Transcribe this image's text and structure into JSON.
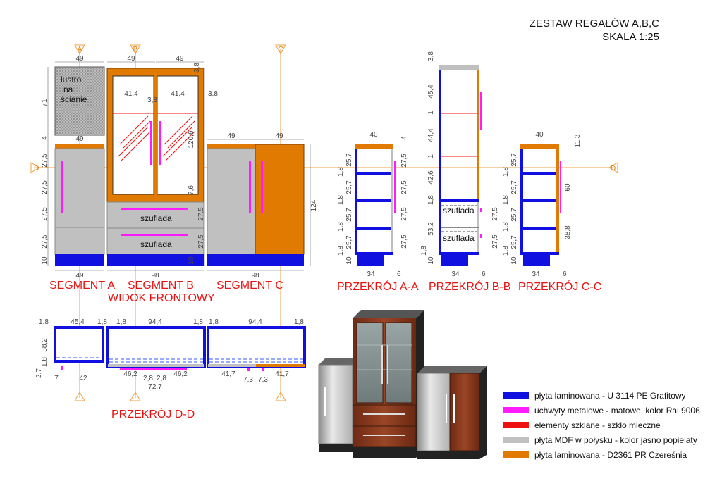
{
  "title": {
    "line1": "ZESTAW REGAŁÓW A,B,C",
    "line2": "SKALA 1:25"
  },
  "section_markers": {
    "a": "A",
    "b": "B",
    "c": "C",
    "d": "D"
  },
  "labels": {
    "mirror_l1": "lustro",
    "mirror_l2": "na",
    "mirror_l3": "ścianie",
    "drawer": "szuflada"
  },
  "captions": {
    "seg_a": "SEGMENT A",
    "seg_b": "SEGMENT B",
    "seg_c": "SEGMENT C",
    "front_view": "WIDOK FRONTOWY",
    "sec_aa": "PRZEKRÓJ A-A",
    "sec_bb": "PRZEKRÓJ B-B",
    "sec_cc": "PRZEKRÓJ C-C",
    "sec_dd": "PRZEKRÓJ D-D"
  },
  "dims": {
    "d49": "49",
    "d98": "98",
    "d71": "71",
    "d4": "4",
    "d27_5": "27,5",
    "d10": "10",
    "d41_4": "41,4",
    "d3_8": "3,8",
    "d120_6": "120,6",
    "d7_6": "7,6",
    "d124": "124",
    "d40": "40",
    "d25_7": "25,7",
    "d1_8": "1,8",
    "d34": "34",
    "d6": "6",
    "d45_4": "45,4",
    "d44_4": "44,4",
    "d42_6": "42,6",
    "d53_2": "53,2",
    "d1": "1",
    "d11_3": "11,3",
    "d60": "60",
    "d38_8": "38,8",
    "d94_4": "94,4",
    "d38_2": "38,2",
    "d2_7": "2,7",
    "d7": "7",
    "d42": "42",
    "d46_2": "46,2",
    "d2_8": "2,8",
    "d72_7": "72,7",
    "d41_7": "41,7",
    "d7_3": "7,3"
  },
  "legend": [
    {
      "color": "#1010e0",
      "text": "płyta laminowana - U 3114 PE Grafitowy"
    },
    {
      "color": "#ff1aff",
      "text": "uchwyty metalowe - matowe, kolor Ral 9006"
    },
    {
      "color": "#ee1111",
      "text": "elementy szklane - szkło mleczne"
    },
    {
      "color": "#c0c0c0",
      "text": "płyta MDF w połysku - kolor jasno popielaty"
    },
    {
      "color": "#e07a00",
      "text": "płyta laminowana - D2361 PR Czereśnia"
    }
  ],
  "colors": {
    "blue": "#1010e0",
    "orange": "#e07a00",
    "grey": "#c0c0c0",
    "pink": "#ff1aff",
    "red": "#ee1111",
    "axis": "#f0a040"
  }
}
